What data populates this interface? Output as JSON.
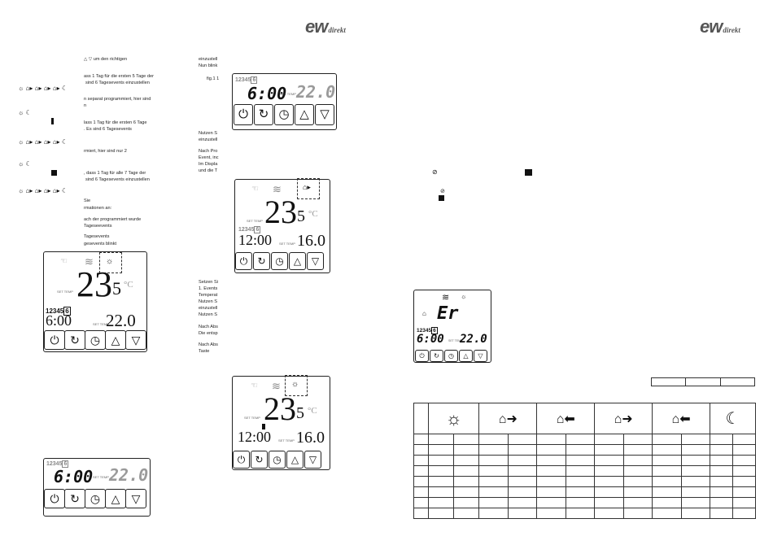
{
  "brand": {
    "logo_main": "ew",
    "logo_sub": "direkt"
  },
  "page_left": {
    "col1": {
      "lines": [
        "△ ▽ um den richtigen",
        "ass 1 Tag für die ersten 5 Tage der",
        "sind 6 Tagesevents einzustellen",
        "n separat programmiert, hier sind",
        "n",
        "lass 1 Tag für die ersten 6 Tage",
        ". Es sind 6 Tagesevents",
        "rmiert, hier sind nur 2",
        ", dass 1 Tag für alle 7 Tage der",
        "sind 6 Tagesevents einzustellen",
        "Sie",
        "rmationen an:",
        "ach der programmiert wurde",
        "Tageseevents",
        "Tagesevents",
        "gesevents blinkt"
      ]
    },
    "col2": {
      "lines": [
        "einzustell",
        "Nun blink",
        "fig.1 1",
        "Nutzen S",
        "einzustell",
        "Nach Pro",
        "Event, inc",
        "Im Displa",
        "und die T",
        "Setzen Si",
        "1. Events",
        "Temperat",
        "Nutzen S",
        "einzustell",
        "Nutzen S",
        "Nach Abs",
        "Die entsp",
        "Nach Abs",
        "Taste"
      ]
    },
    "thermostat": {
      "set_temp_label": "SET TEMP",
      "days": "12345",
      "day_box": "6",
      "fig1": {
        "time": "6:00",
        "set": "22.0"
      },
      "fig_a": {
        "temp_int": "23",
        "temp_dec": "5",
        "unit": "°C",
        "time": "12:00",
        "set": "16.0"
      },
      "fig_b": {
        "temp_int": "23",
        "temp_dec": "5",
        "unit": "°C",
        "time": "6:00",
        "set": "22.0"
      },
      "fig_c": {
        "temp_int": "23",
        "temp_dec": "5",
        "unit": "°C",
        "time": "12:00",
        "set": "16.0"
      },
      "fig_d": {
        "time": "6:00",
        "set": "22.0"
      }
    }
  },
  "page_right": {
    "error_display": {
      "code": "Er",
      "days": "12345",
      "day_box": "6",
      "time": "6:00",
      "set": "22.0",
      "set_temp_label": "SET TEMP"
    },
    "table": {
      "row_count": 8,
      "icons": [
        "sun-icon",
        "house-leave-icon",
        "house-return-icon",
        "house-leave-icon",
        "house-return-icon",
        "moon-icon"
      ]
    }
  },
  "colors": {
    "text": "#111111",
    "grey_digits": "#9a9a9a",
    "logo": "#555555"
  }
}
